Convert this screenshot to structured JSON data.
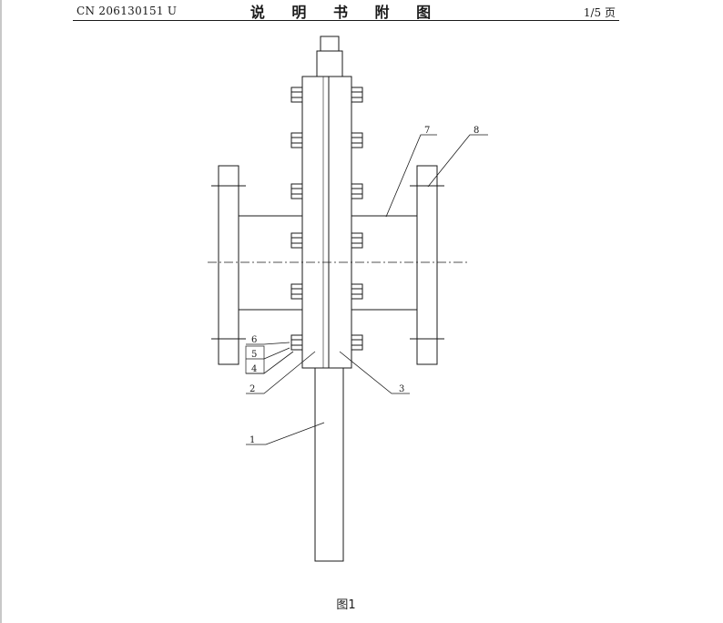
{
  "header": {
    "publication_number": "CN 206130151 U",
    "title": "说 明 书 附 图",
    "page": "1/5 页"
  },
  "figure": {
    "caption": "图1",
    "reference_labels": [
      "1",
      "2",
      "3",
      "4",
      "5",
      "6",
      "7",
      "8"
    ]
  }
}
